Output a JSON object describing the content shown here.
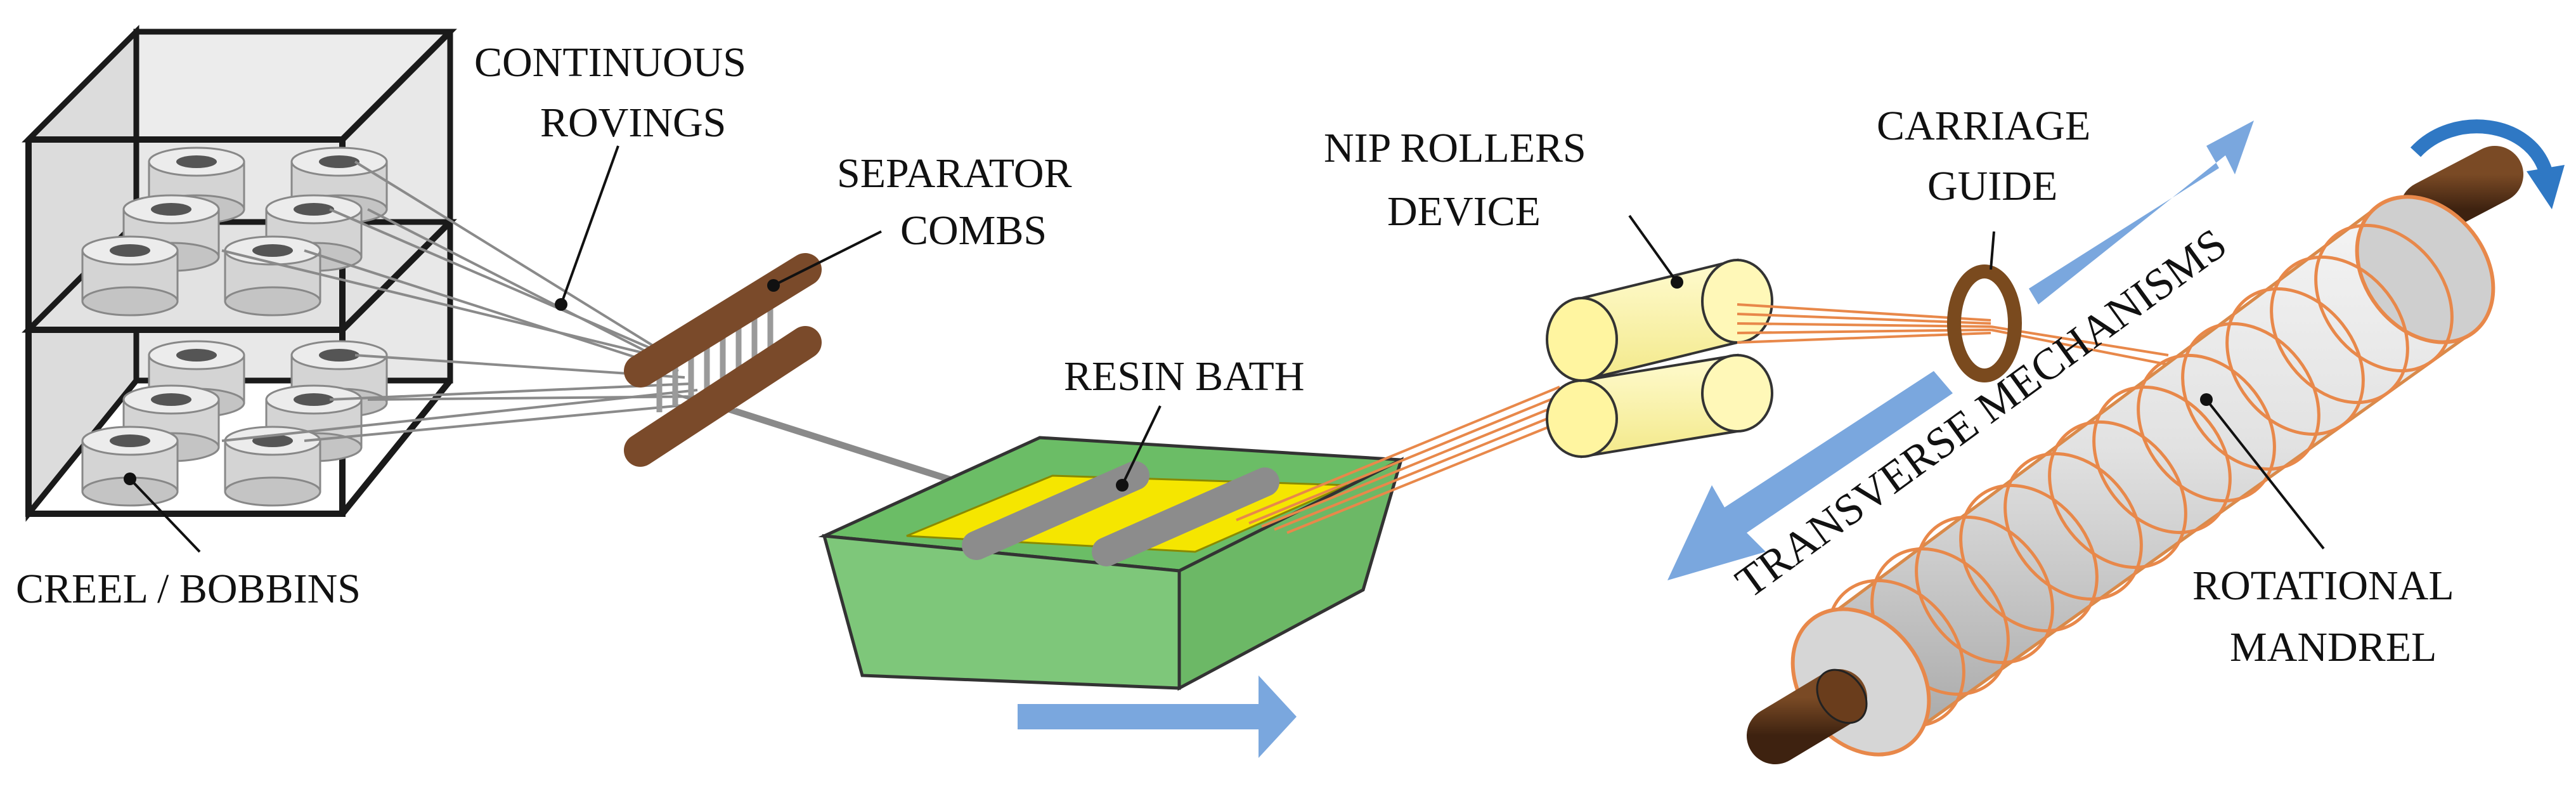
{
  "labels": {
    "creel_bobbins": "CREEL / BOBBINS",
    "continuous_rovings_1": "CONTINUOUS",
    "continuous_rovings_2": "ROVINGS",
    "separator_combs_1": "SEPARATOR",
    "separator_combs_2": "COMBS",
    "resin_bath": "RESIN BATH",
    "nip_rollers_1": "NIP ROLLERS",
    "nip_rollers_2": "DEVICE",
    "carriage_guide_1": "CARRIAGE",
    "carriage_guide_2": "GUIDE",
    "transverse_mechanisms": "TRANSVERSE MECHANISMS",
    "rotational_mandrel_1": "ROTATIONAL",
    "rotational_mandrel_2": "MANDREL"
  },
  "colors": {
    "rack_frame": "#1a1a1a",
    "rack_fill": "#e6e6e6",
    "bobbin": "#d4d4d4",
    "comb": "#7a4a2a",
    "bath_green": "#7ec77a",
    "bath_yellow": "#f5e600",
    "bath_roller": "#8c8c8c",
    "nip_roller": "#fff5a0",
    "fiber_orange": "#e8884a",
    "mandrel": "#d9d9d9",
    "mandrel_shaft": "#5b3518",
    "arrow_blue": "#7aa7de",
    "guide_ring": "#7a4a1e"
  }
}
